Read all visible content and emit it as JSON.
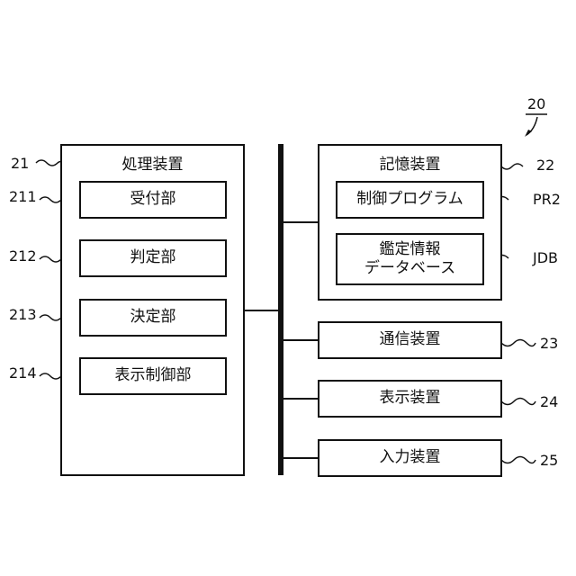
{
  "figure_number": "20",
  "processing": {
    "ref": "21",
    "title": "処理装置",
    "units": [
      {
        "ref": "211",
        "label": "受付部"
      },
      {
        "ref": "212",
        "label": "判定部"
      },
      {
        "ref": "213",
        "label": "決定部"
      },
      {
        "ref": "214",
        "label": "表示制御部"
      }
    ]
  },
  "storage": {
    "ref": "22",
    "title": "記憶装置",
    "program": {
      "ref": "PR2",
      "label": "制御プログラム"
    },
    "database": {
      "ref": "JDB",
      "label_line1": "鑑定情報",
      "label_line2": "データベース"
    }
  },
  "devices": [
    {
      "ref": "23",
      "label": "通信装置"
    },
    {
      "ref": "24",
      "label": "表示装置"
    },
    {
      "ref": "25",
      "label": "入力装置"
    }
  ]
}
